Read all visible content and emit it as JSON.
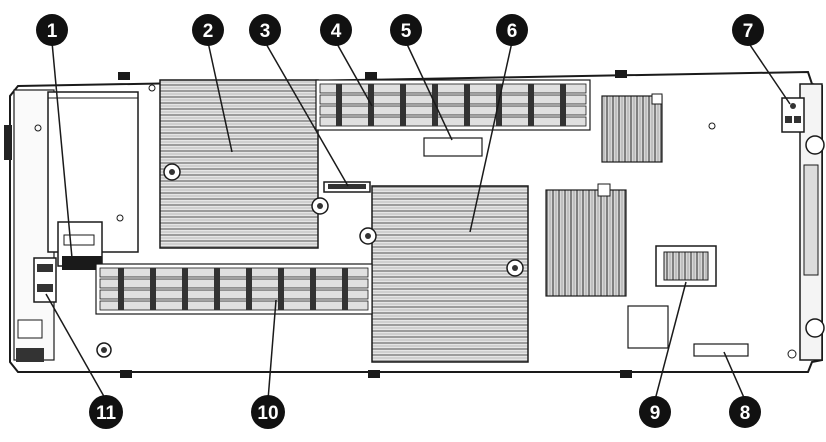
{
  "callouts": [
    {
      "id": "1",
      "label": "1"
    },
    {
      "id": "2",
      "label": "2"
    },
    {
      "id": "3",
      "label": "3"
    },
    {
      "id": "4",
      "label": "4"
    },
    {
      "id": "5",
      "label": "5"
    },
    {
      "id": "6",
      "label": "6"
    },
    {
      "id": "7",
      "label": "7"
    },
    {
      "id": "8",
      "label": "8"
    },
    {
      "id": "9",
      "label": "9"
    },
    {
      "id": "10",
      "label": "10"
    },
    {
      "id": "11",
      "label": "11"
    }
  ],
  "colors": {
    "line": "#1a1a1a",
    "board": "#ffffff",
    "heatsink": "#9a9a9a",
    "callout_fill": "#111111",
    "callout_text": "#ffffff"
  }
}
